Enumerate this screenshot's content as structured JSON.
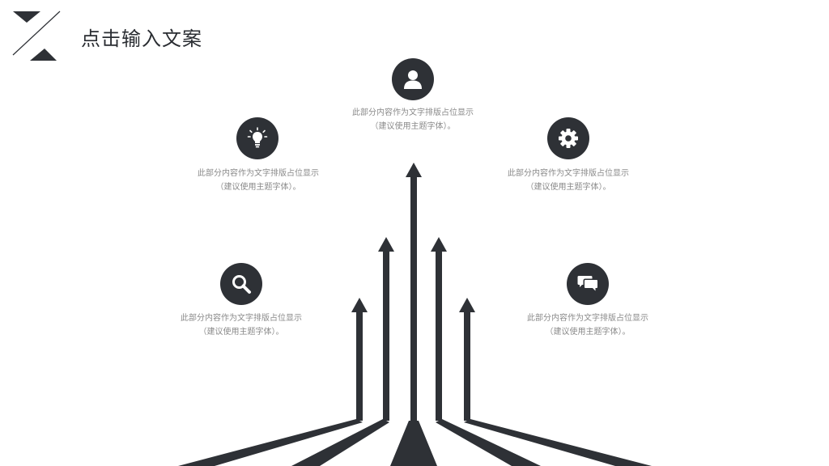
{
  "header": {
    "title": "点击输入文案"
  },
  "items": [
    {
      "icon": "user-icon",
      "line1": "此部分内容作为文字排版占位显示",
      "line2": "（建议使用主题字体）。"
    },
    {
      "icon": "lightbulb-icon",
      "line1": "此部分内容作为文字排版占位显示",
      "line2": "（建议使用主题字体）。"
    },
    {
      "icon": "gear-icon",
      "line1": "此部分内容作为文字排版占位显示",
      "line2": "（建议使用主题字体）。"
    },
    {
      "icon": "search-icon",
      "line1": "此部分内容作为文字排版占位显示",
      "line2": "（建议使用主题字体）。"
    },
    {
      "icon": "chat-icon",
      "line1": "此部分内容作为文字排版占位显示",
      "line2": "（建议使用主题字体）。"
    }
  ],
  "colors": {
    "dark": "#2e3136",
    "text": "#8a8a8a",
    "background": "#ffffff"
  }
}
